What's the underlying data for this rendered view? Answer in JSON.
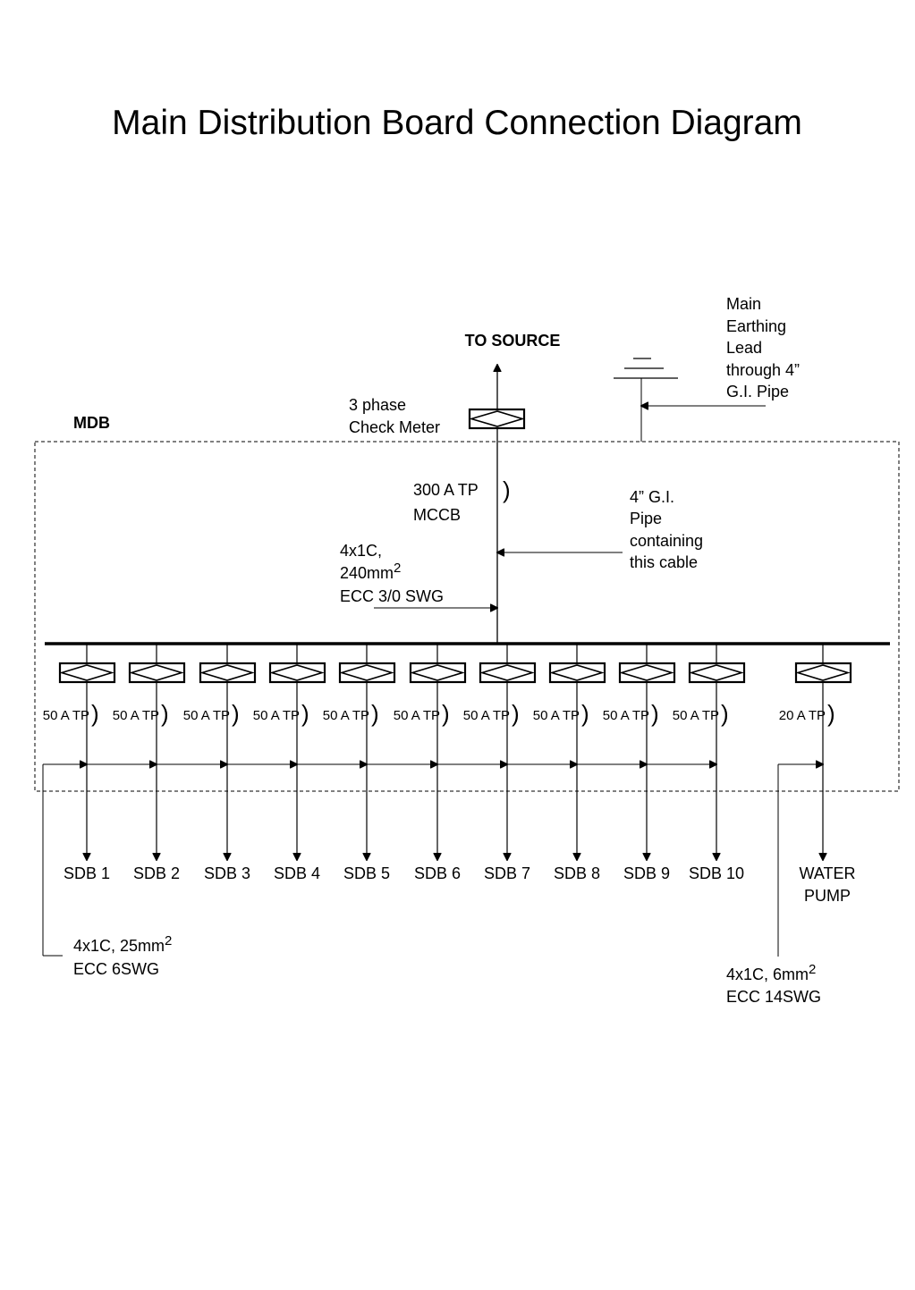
{
  "title": "Main Distribution Board Connection Diagram",
  "labels": {
    "to_source": "TO SOURCE",
    "earthing": [
      "Main",
      "Earthing",
      "Lead",
      "through 4”",
      "G.I. Pipe"
    ],
    "check_meter": [
      "3 phase",
      "Check Meter"
    ],
    "mdb": "MDB",
    "mccb": [
      "300 A TP",
      "MCCB"
    ],
    "gi_pipe": [
      "4” G.I.",
      "Pipe",
      "containing",
      "this cable"
    ],
    "incoming_cable": [
      "4x1C,",
      "240mm",
      "ECC 3/0 SWG"
    ],
    "incoming_cable_sup": "2",
    "left_cable": [
      "4x1C, 25mm",
      "ECC 6SWG"
    ],
    "left_cable_sup": "2",
    "right_cable": [
      "4x1C, 6mm",
      "ECC 14SWG"
    ],
    "right_cable_sup": "2"
  },
  "feeders": [
    {
      "rating": "50 A TP",
      "load": [
        "SDB 1"
      ]
    },
    {
      "rating": "50 A TP",
      "load": [
        "SDB 2"
      ]
    },
    {
      "rating": "50 A TP",
      "load": [
        "SDB 3"
      ]
    },
    {
      "rating": "50 A TP",
      "load": [
        "SDB 4"
      ]
    },
    {
      "rating": "50 A TP",
      "load": [
        "SDB 5"
      ]
    },
    {
      "rating": "50 A TP",
      "load": [
        "SDB 6"
      ]
    },
    {
      "rating": "50 A TP",
      "load": [
        "SDB 7"
      ]
    },
    {
      "rating": "50 A TP",
      "load": [
        "SDB 8"
      ]
    },
    {
      "rating": "50 A TP",
      "load": [
        "SDB 9"
      ]
    },
    {
      "rating": "50 A TP",
      "load": [
        "SDB 10"
      ]
    },
    {
      "rating": "20 A TP",
      "load": [
        "WATER",
        "PUMP"
      ]
    }
  ]
}
